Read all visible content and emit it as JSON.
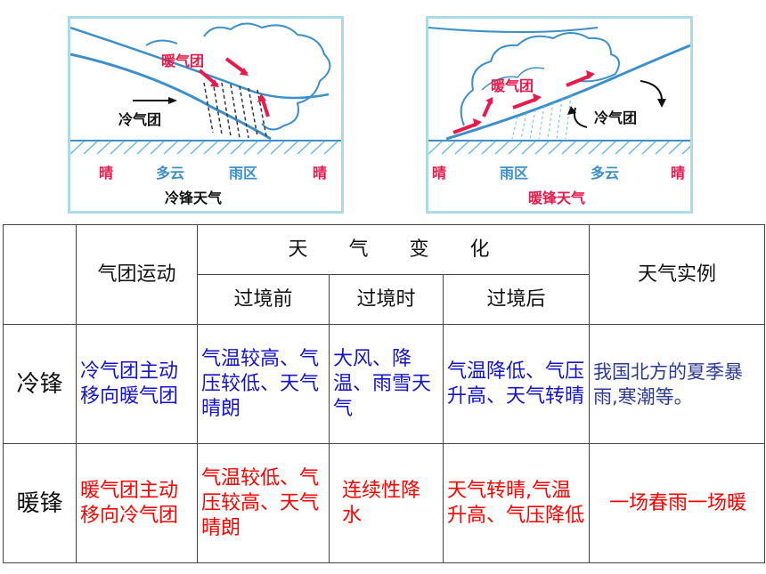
{
  "diagrams": {
    "cold_front": {
      "warm_air_mass": "暖气团",
      "cold_air_mass": "冷气团",
      "label_sunny_left": "晴",
      "label_cloudy": "多云",
      "label_rain_zone": "雨区",
      "label_sunny_right": "晴",
      "caption": "冷锋天气"
    },
    "warm_front": {
      "warm_air_mass": "暖气团",
      "cold_air_mass": "冷气团",
      "label_sunny_left": "晴",
      "label_rain_zone": "雨区",
      "label_cloudy": "多云",
      "label_sunny_right": "晴",
      "caption": "暖锋天气"
    },
    "colors": {
      "red_label": "#e8194b",
      "blue_label": "#3c8fc8",
      "frame": "#a9dbe8",
      "ground_hatch": "#6cb8e6"
    }
  },
  "table": {
    "headers": {
      "air_mass_motion": "气团运动",
      "weather_change": "天气变化",
      "before": "过境前",
      "during": "过境时",
      "after": "过境后",
      "examples": "天气实例"
    },
    "cold_front": {
      "label": "冷锋",
      "motion": "冷气团主动移向暖气团",
      "before": "气温较高、气压较低、天气晴朗",
      "during": "大风、降温、雨雪天气",
      "after": "气温降低、气压升高、天气转晴",
      "example": "我国北方的夏季暴雨,寒潮等。"
    },
    "warm_front": {
      "label": "暖锋",
      "motion": "暖气团主动移向冷气团",
      "before": "气温较低、气压较高、天气晴朗",
      "during": "连续性降水",
      "after": "天气转晴,气温升高、气压降低",
      "example": "一场春雨一场暖"
    },
    "colors": {
      "blue_text": "#1414c8",
      "red_text": "#ff0000",
      "navy_text": "#2b3a96"
    }
  }
}
